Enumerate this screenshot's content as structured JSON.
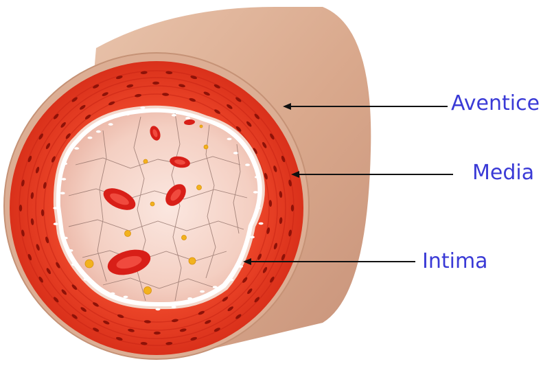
{
  "labels": {
    "aventice": "Aventice",
    "media": "Media",
    "intima": "Intima"
  },
  "colors": {
    "label_text": "#3a3ad6",
    "arrow": "#111111",
    "adventitia": "#d6a78c",
    "media_red": "#e8301e",
    "media_dark": "#c01e10",
    "lumen": "#f6d6cc",
    "blood_cell": "#e0201a",
    "platelet": "#f0b020"
  },
  "icons": {
    "arrow": "arrow-left-icon"
  }
}
